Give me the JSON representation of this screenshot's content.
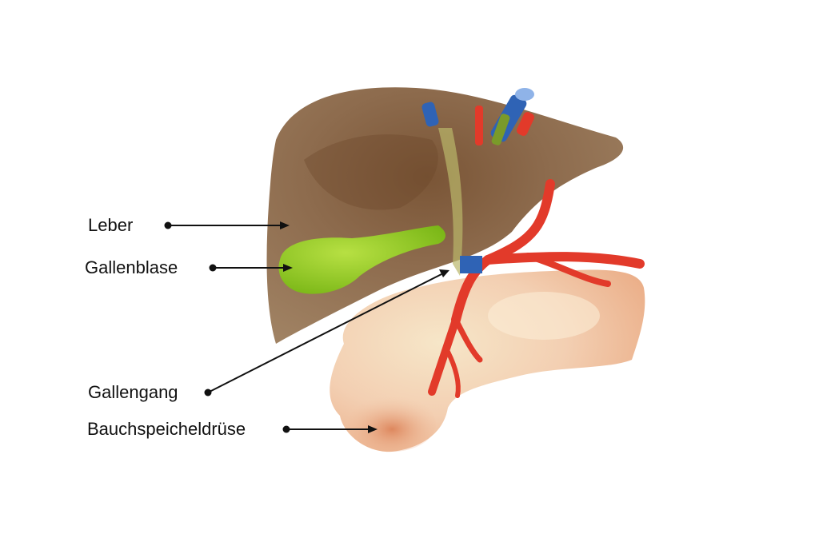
{
  "labels": {
    "leber": "Leber",
    "gallenblase": "Gallenblase",
    "gallengang": "Gallengang",
    "bauchspeicheldruese": "Bauchspeicheldrüse"
  },
  "colors": {
    "liver": "#8c6a4c",
    "liver_dark": "#6b4a30",
    "gallbladder": "#8dc21f",
    "bile_duct": "#b9b66a",
    "artery": "#e23a2a",
    "vein": "#2f63b5",
    "pancreas": "#f0c3a0",
    "pancreas_dark": "#d98a5e",
    "pointer": "#111111"
  }
}
